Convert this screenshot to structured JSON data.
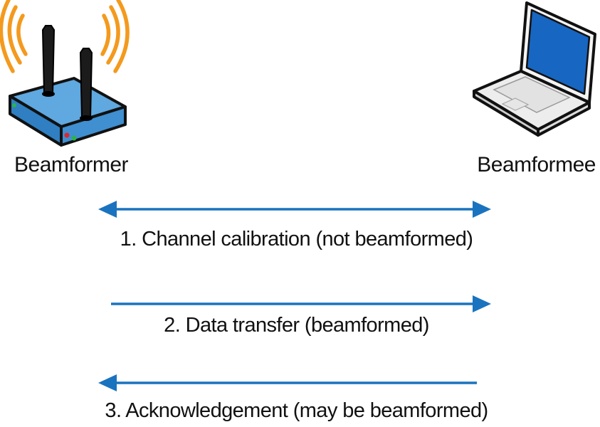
{
  "devices": {
    "beamformer": {
      "label": "Beamformer",
      "icon": "wireless-router-icon"
    },
    "beamformee": {
      "label": "Beamformee",
      "icon": "laptop-icon"
    }
  },
  "steps": [
    {
      "label": "1. Channel calibration (not beamformed)",
      "direction": "both"
    },
    {
      "label": "2. Data transfer (beamformed)",
      "direction": "to-beamformee"
    },
    {
      "label": "3. Acknowledgement (may be beamformed)",
      "direction": "to-beamformer"
    }
  ],
  "colors": {
    "arrow": "#1a73bf",
    "router_body": "#3f8fd1",
    "router_top": "#5fa8e0",
    "signal_waves": "#f39a1e",
    "laptop_screen": "#1766c2"
  }
}
